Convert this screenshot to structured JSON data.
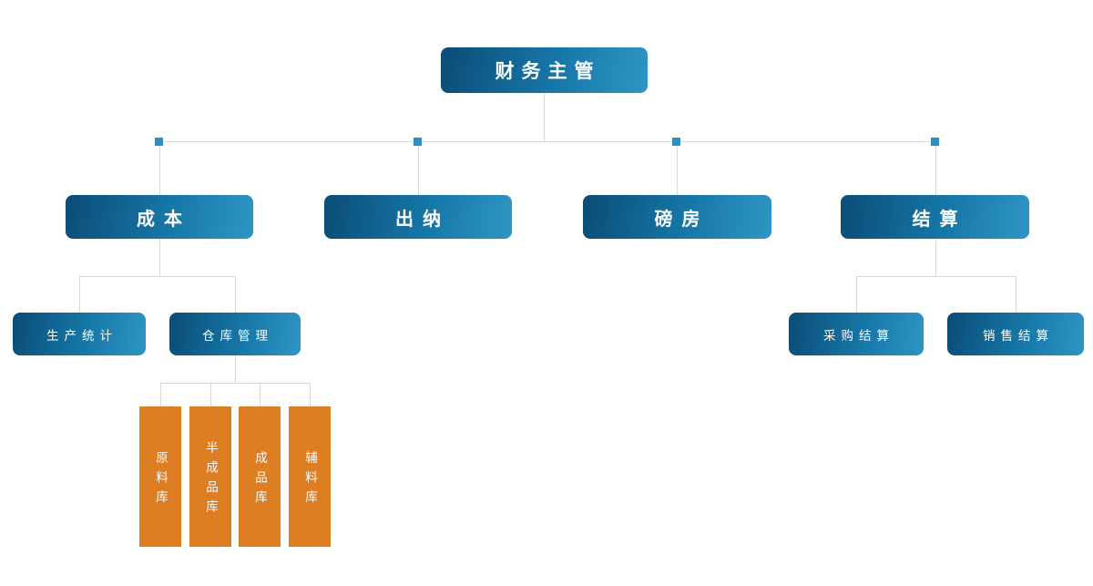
{
  "org_chart": {
    "root": {
      "label": "财务主管"
    },
    "departments": [
      {
        "label": "成本"
      },
      {
        "label": "出纳"
      },
      {
        "label": "磅房"
      },
      {
        "label": "结算"
      }
    ],
    "cost_children": [
      {
        "label": "生产统计"
      },
      {
        "label": "仓库管理"
      }
    ],
    "warehouse_children": [
      {
        "label": "原料库"
      },
      {
        "label": "半成品库"
      },
      {
        "label": "成品库"
      },
      {
        "label": "辅料库"
      }
    ],
    "settlement_children": [
      {
        "label": "采购结算"
      },
      {
        "label": "销售结算"
      }
    ]
  },
  "colors": {
    "node_gradient_start": "#0b4c76",
    "node_gradient_mid": "#1677a7",
    "node_gradient_end": "#2f95c5",
    "warehouse_orange": "#dd7e23",
    "connector_line": "#d9d9d9",
    "junction_marker": "#2e8fc0",
    "node_text": "#ffffff",
    "background": "#ffffff"
  }
}
